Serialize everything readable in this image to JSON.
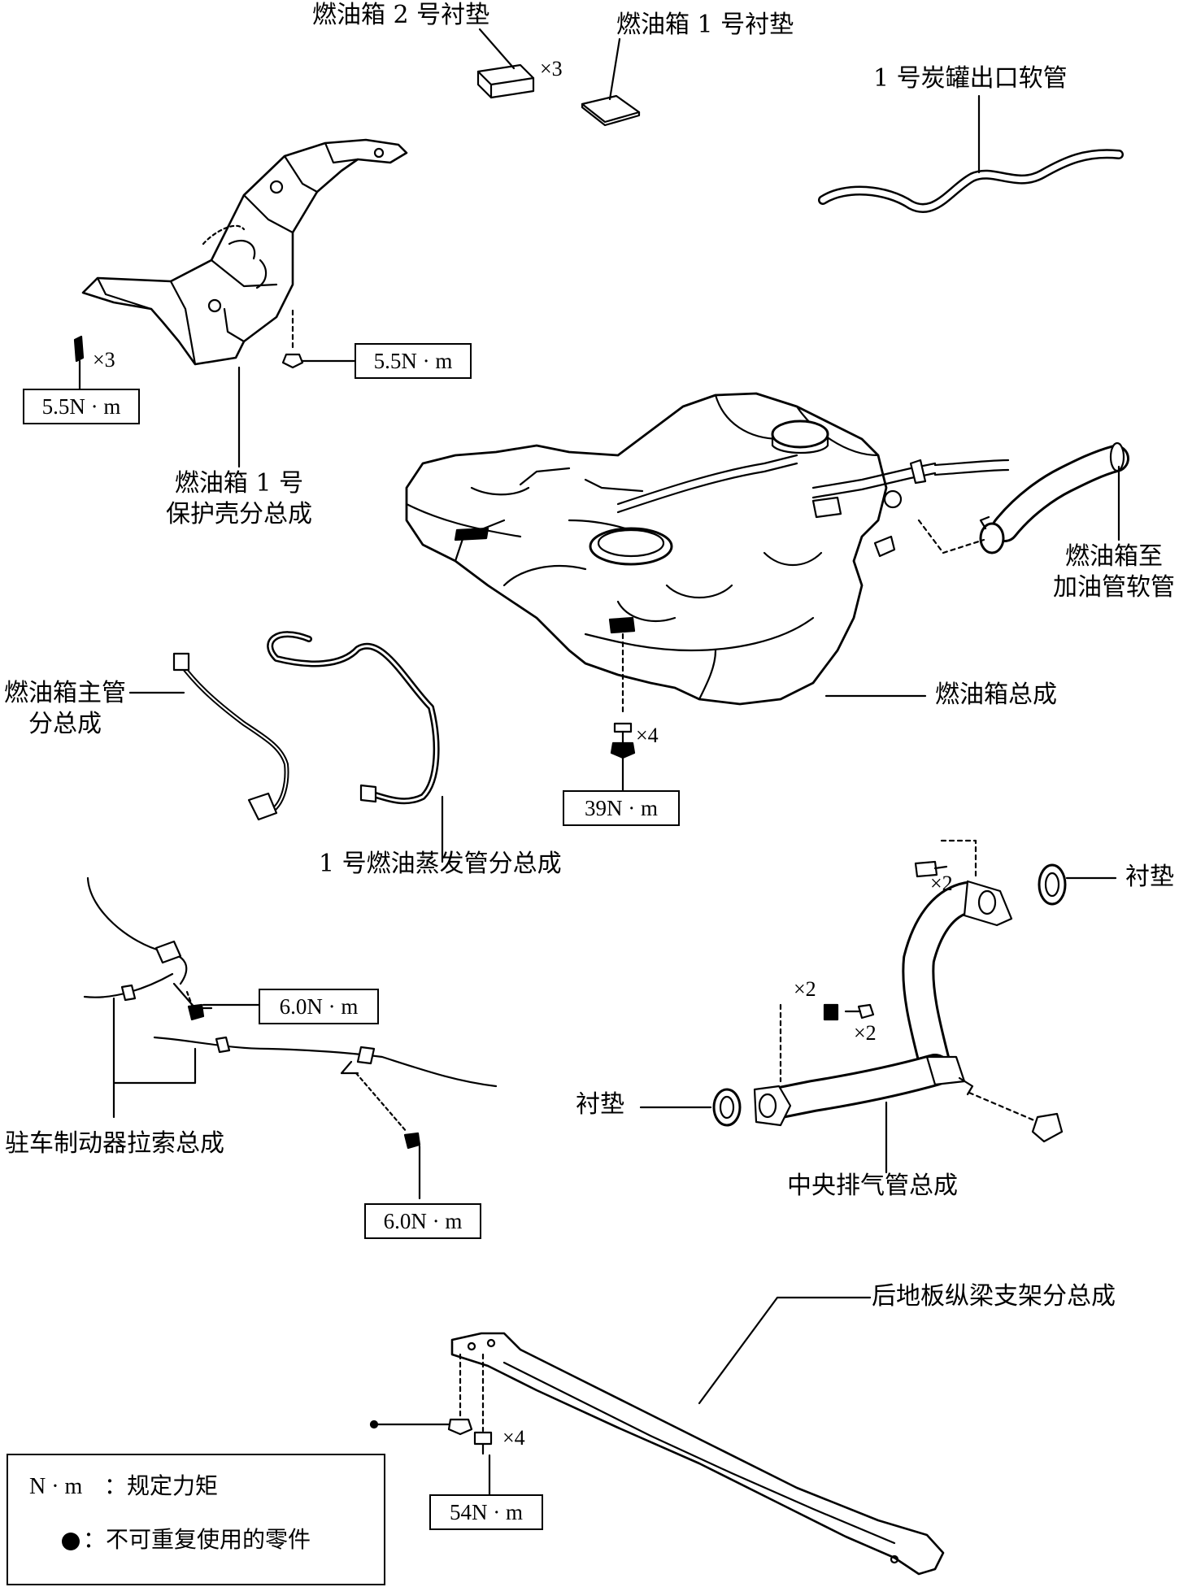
{
  "colors": {
    "ink": "#000000",
    "paper": "#ffffff",
    "shade": "#d9d9d9"
  },
  "parts": {
    "fuel_tank_cushion_2": "燃油箱 2 号衬垫",
    "fuel_tank_cushion_1": "燃油箱 1 号衬垫",
    "canister_outlet_hose": "1 号炭罐出口软管",
    "protector_line1": "燃油箱 1 号",
    "protector_line2": "保护壳分总成",
    "filler_hose_line1": "燃油箱至",
    "filler_hose_line2": "加油管软管",
    "main_tube_line1": "燃油箱主管",
    "main_tube_line2": "分总成",
    "fuel_tank_assy": "燃油箱总成",
    "vapor_tube": "1 号燃油蒸发管分总成",
    "gasket_top": "衬垫",
    "gasket_left": "衬垫",
    "parking_brake_cable": "驻车制动器拉索总成",
    "center_exhaust_pipe": "中央排气管总成",
    "floor_brace": "后地板纵梁支架分总成"
  },
  "quantities": {
    "cushion2": "×3",
    "protector_bolts": "×3",
    "tank_bolts": "×4",
    "exhaust_bolts": "×2",
    "springs": "×2",
    "spring_bolts": "×2",
    "brace_bolts": "×4"
  },
  "torques": {
    "protector_left": "5.5N · m",
    "protector_right": "5.5N · m",
    "fuel_tank": "39N · m",
    "cable_upper": "6.0N · m",
    "cable_lower": "6.0N · m",
    "brace": "54N · m"
  },
  "legend": {
    "torque_symbol": "N · m",
    "torque_text": "：规定力矩",
    "nonreusable_text": "：不可重复使用的零件"
  },
  "icons": {
    "nonreusable": "filled-circle-icon"
  }
}
